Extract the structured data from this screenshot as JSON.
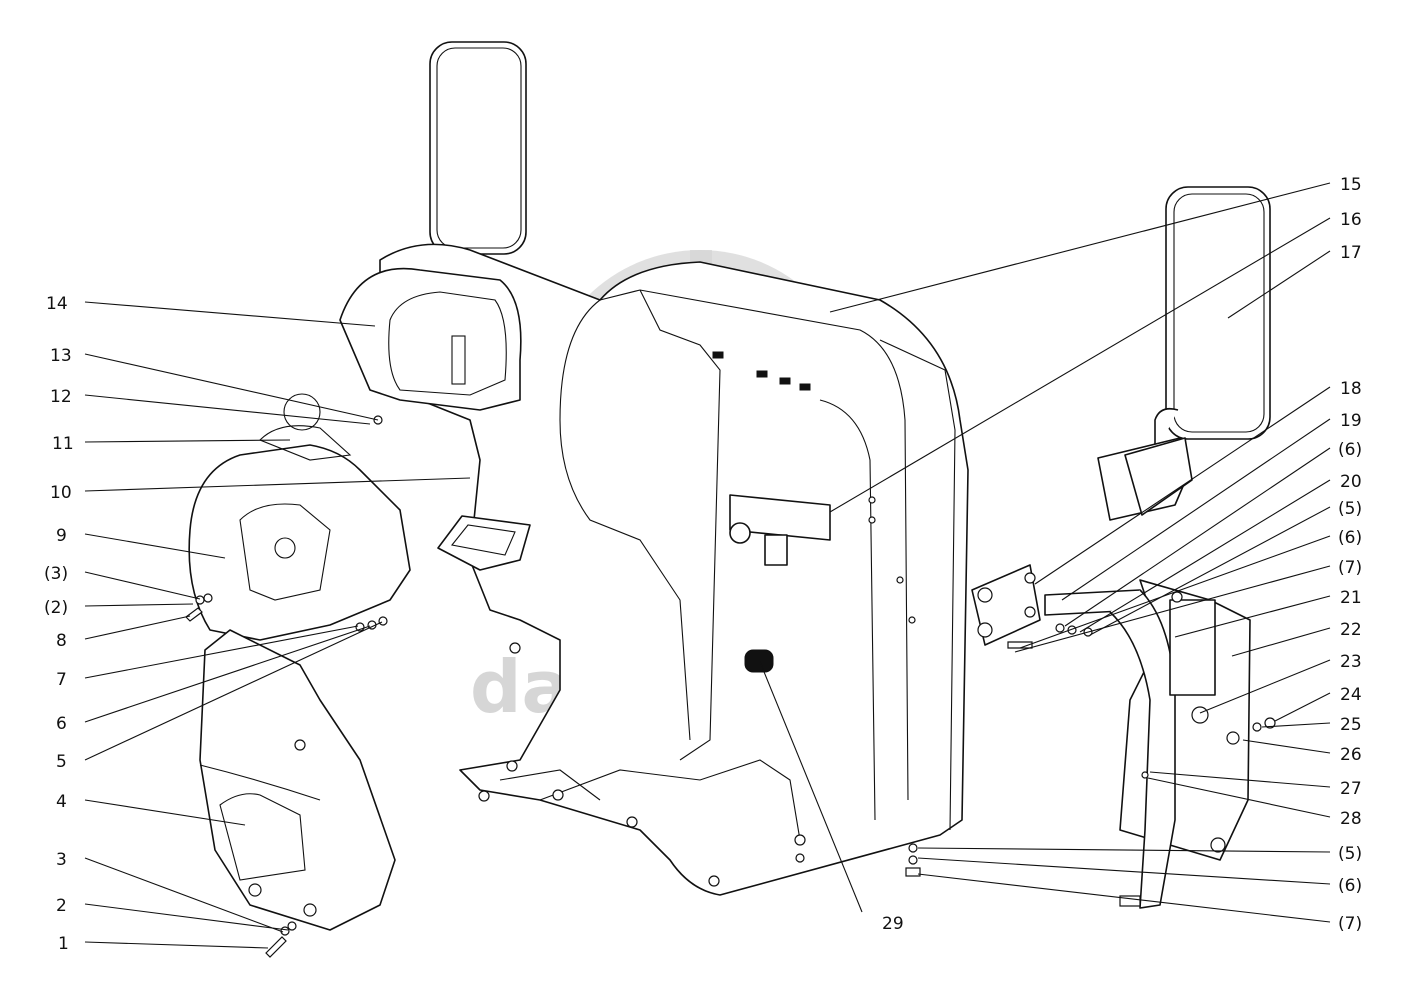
{
  "watermark": {
    "text": "data-parts",
    "color": "#d6d6d6"
  },
  "callouts_left": [
    "14",
    "13",
    "12",
    "11",
    "10",
    "9",
    "(3)",
    "(2)",
    "8",
    "7",
    "6",
    "5",
    "4",
    "3",
    "2",
    "1"
  ],
  "callouts_right": [
    "15",
    "16",
    "17",
    "18",
    "19",
    "(6)",
    "20",
    "(5)",
    "(6)",
    "(7)",
    "21",
    "22",
    "23",
    "24",
    "25",
    "26",
    "27",
    "28",
    "(5)",
    "(6)",
    "(7)"
  ],
  "callout_bottom": "29"
}
